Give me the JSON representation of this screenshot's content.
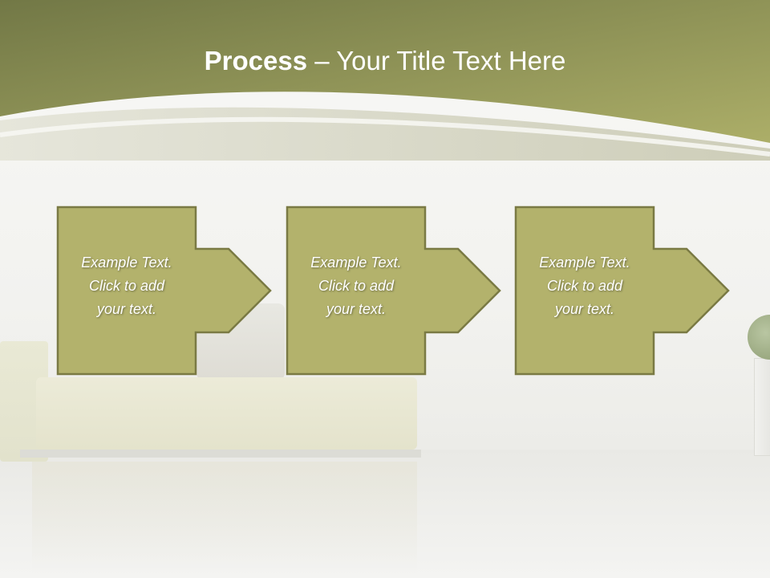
{
  "title": {
    "bold": "Process",
    "rest": " – Your Title Text Here"
  },
  "colors": {
    "header_dark": "#737a47",
    "header_light": "#aaad66",
    "step_fill": "#b3b26c",
    "step_border": "#7a7a44",
    "text": "#ffffff"
  },
  "steps": [
    {
      "line1": "Example Text.",
      "line2": "Click  to add",
      "line3": "your text."
    },
    {
      "line1": "Example Text.",
      "line2": "Click  to add",
      "line3": "your text."
    },
    {
      "line1": "Example Text.",
      "line2": "Click  to add",
      "line3": "your text."
    }
  ]
}
